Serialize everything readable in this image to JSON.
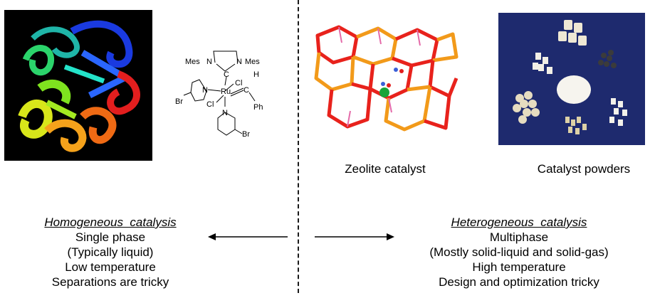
{
  "molecule": {
    "labels": [
      "Mes",
      "N",
      "N",
      "Mes",
      "C",
      "Cl",
      "H",
      "N",
      "Ru",
      "C",
      "Cl",
      "Ph",
      "Br",
      "N",
      "Br"
    ]
  },
  "captions": {
    "zeolite": "Zeolite catalyst",
    "powders": "Catalyst powders"
  },
  "homogeneous": {
    "title": "Homogeneous  catalysis",
    "lines": [
      "Single phase",
      "(Typically liquid)",
      "Low temperature",
      "Separations are tricky"
    ]
  },
  "heterogeneous": {
    "title": "Heterogeneous  catalysis",
    "lines": [
      "Multiphase",
      "(Mostly solid-liquid and solid-gas)",
      "High temperature",
      "Design and optimization tricky"
    ]
  },
  "colors": {
    "protein_bg": "#000000",
    "powders_bg": "#1e2a6e",
    "zeolite_red": "#e8221c",
    "zeolite_orange": "#f29a1a"
  }
}
